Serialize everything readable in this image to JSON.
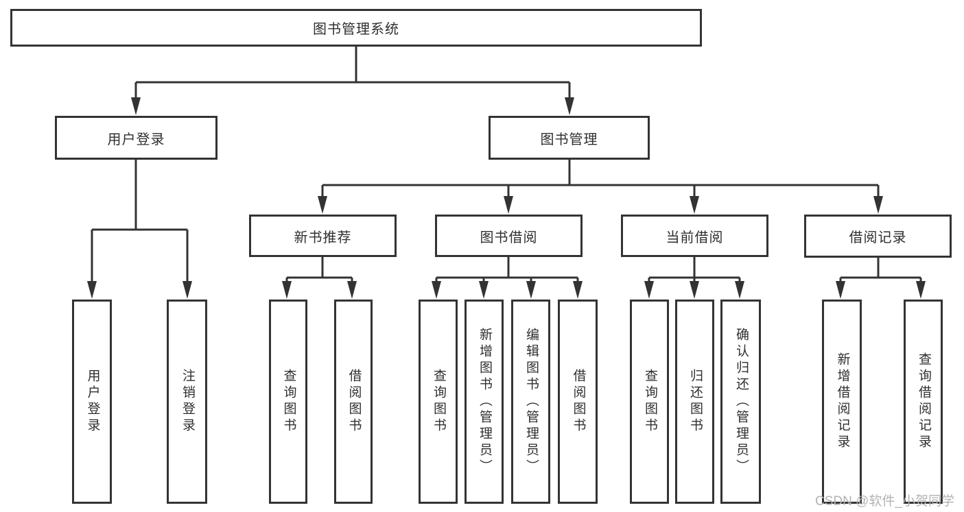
{
  "tree": {
    "root": {
      "label": "图书管理系统",
      "children": [
        {
          "label": "用户登录",
          "children": [
            {
              "label": "用户登录"
            },
            {
              "label": "注销登录"
            }
          ]
        },
        {
          "label": "图书管理",
          "children": [
            {
              "label": "新书推荐",
              "children": [
                {
                  "label": "查询图书"
                },
                {
                  "label": "借阅图书"
                }
              ]
            },
            {
              "label": "图书借阅",
              "children": [
                {
                  "label": "查询图书"
                },
                {
                  "label": "新增图书（管理员）"
                },
                {
                  "label": "编辑图书（管理员）"
                },
                {
                  "label": "借阅图书"
                }
              ]
            },
            {
              "label": "当前借阅",
              "children": [
                {
                  "label": "查询图书"
                },
                {
                  "label": "归还图书"
                },
                {
                  "label": "确认归还（管理员）"
                }
              ]
            },
            {
              "label": "借阅记录",
              "children": [
                {
                  "label": "新增借阅记录"
                },
                {
                  "label": "查询借阅记录"
                }
              ]
            }
          ]
        }
      ]
    }
  },
  "watermark": {
    "text": "CSDN @软件_小贺同学"
  },
  "colors": {
    "line": "#333333",
    "text": "#2f2f2f",
    "watermark": "#b3b3b3",
    "background": "#ffffff"
  }
}
